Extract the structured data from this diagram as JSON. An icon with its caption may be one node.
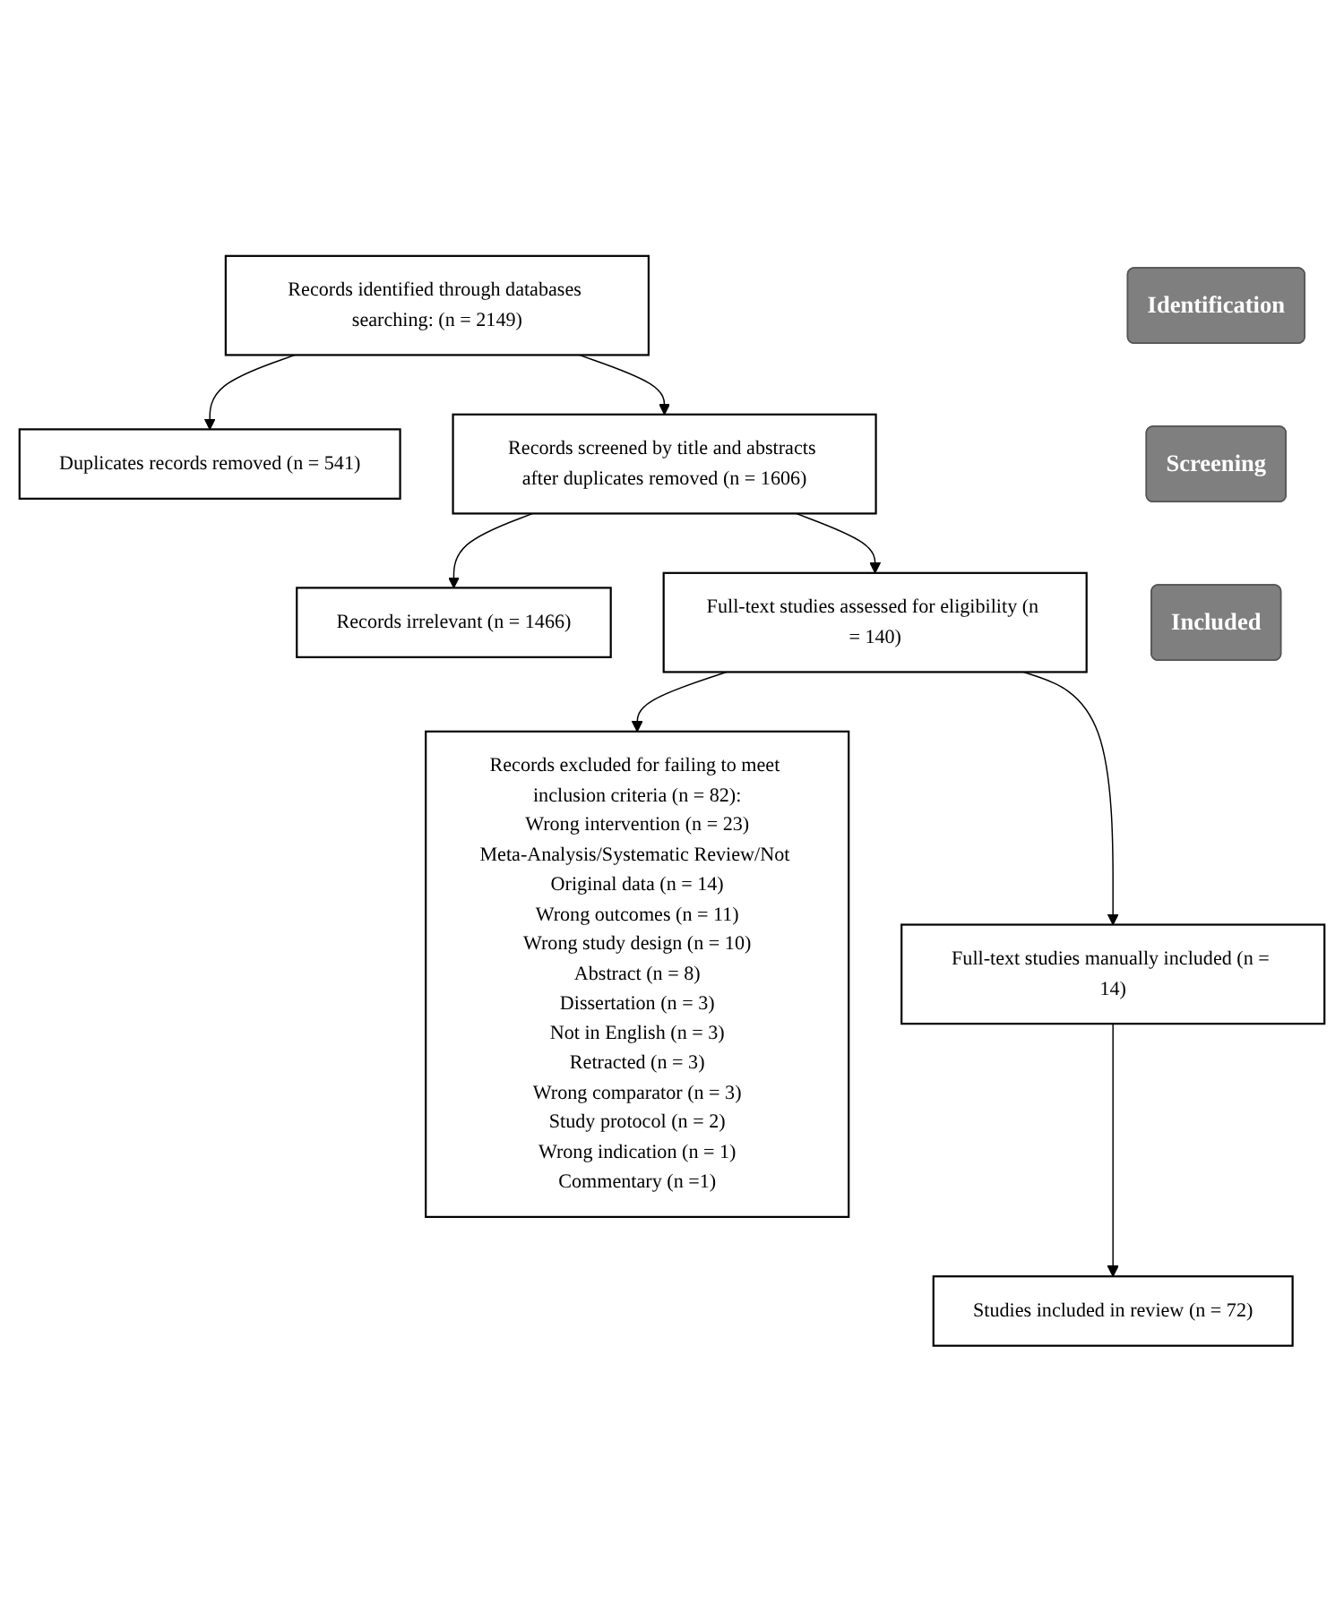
{
  "diagram": {
    "nodes": [
      {
        "text": [
          "Identification"
        ]
      },
      {
        "text": [
          "Records identified through databases searching: (n = 2149)"
        ]
      },
      {
        "text": [
          "Duplicates records removed (n = 541)"
        ]
      },
      {
        "text": [
          "Screening"
        ]
      },
      {
        "text": [
          "Records screened by title and abstracts after duplicates removed (n = 1606)"
        ]
      },
      {
        "text": [
          "Records irrelevant (n = 1466)"
        ]
      },
      {
        "text": [
          "Full-text studies assessed for eligibility (n = 140)"
        ]
      },
      {
        "text": [
          "Records excluded for failing to meet inclusion criteria (n = 82):",
          "Wrong intervention (n = 23)",
          "Meta-Analysis/Systematic Review/Not Original data (n = 14)",
          "Wrong outcomes (n = 11)",
          "Wrong study design (n = 10)",
          "Abstract (n = 8)",
          "Dissertation (n = 3)",
          "Not in English (n = 3)",
          "Retracted (n = 3)",
          "Wrong comparator (n = 3)",
          "Study protocol (n = 2)",
          "Wrong indication (n = 1)",
          "Commentary (n =1)"
        ]
      },
      {
        "text": [
          "Included"
        ]
      },
      {
        "text": [
          "Full-text studies manually included (n = 14)"
        ]
      },
      {
        "text": [
          "Studies included in review (n = 72)"
        ]
      }
    ],
    "edges": [
      {
        "from": 1,
        "to": 2,
        "arrow": "to"
      },
      {
        "from": 1,
        "to": 4,
        "arrow": "to"
      },
      {
        "from": 4,
        "to": 5,
        "arrow": "to"
      },
      {
        "from": 4,
        "to": 6,
        "arrow": "to"
      },
      {
        "from": 6,
        "to": 7,
        "arrow": "to"
      },
      {
        "from": 6,
        "to": 9,
        "arrow": "to"
      },
      {
        "from": 9,
        "to": 10,
        "arrow": "to"
      }
    ]
  }
}
